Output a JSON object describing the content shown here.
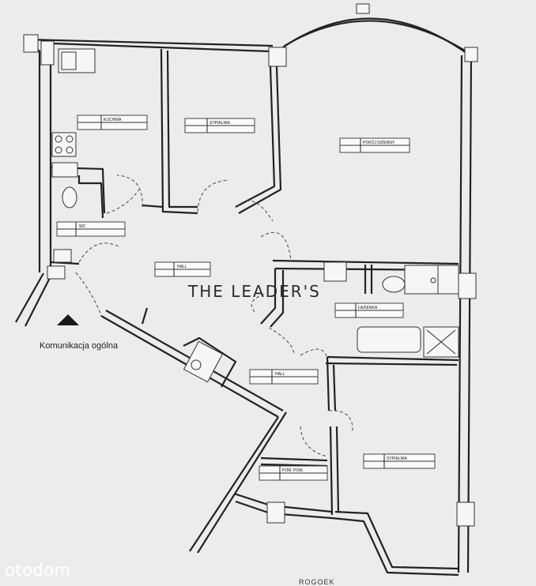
{
  "rooms": {
    "kuchnia": "KUCHNIA",
    "sypialnia1": "SYPIALNIA",
    "pokoj_dzienny": "POKÓJ DZIENNY",
    "wc": "WC",
    "hall1": "HALL",
    "lazienka": "ŁAZIENKA",
    "hall2": "HALL",
    "pom_pom": "POM. POM.",
    "sypialnia2": "SYPIALNIA"
  },
  "watermark": "THE LEADER'S",
  "communication_label": "Komunikacja ogólna",
  "logo": "otodom",
  "street_fragment": "ROGOEK"
}
